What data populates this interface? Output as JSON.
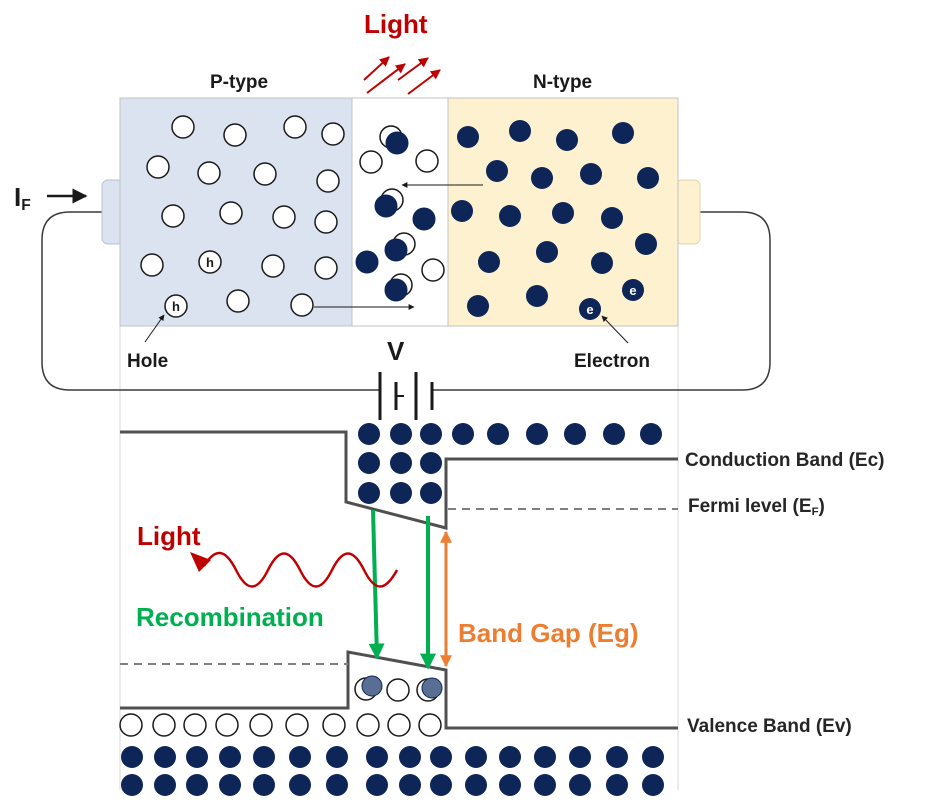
{
  "diagram": {
    "light_top": "Light",
    "p_type": "P-type",
    "n_type": "N-type",
    "current_main": "I",
    "current_sub": "F",
    "voltage": "V",
    "hole_label": "Hole",
    "electron_label": "Electron",
    "hole_symbol": "h",
    "electron_symbol": "e",
    "conduction_band": "Conduction Band (Ec)",
    "fermi_main": "Fermi level (E",
    "fermi_sub": "F",
    "fermi_close": ")",
    "light_emitted": "Light",
    "recombination": "Recombination",
    "band_gap": "Band Gap (Eg)",
    "valence_band": "Valence Band (Ev)"
  },
  "colors": {
    "p_region": "#dbe3f1",
    "n_region": "#fef1cf",
    "electron": "#0d2557",
    "band_line": "#505050",
    "light_red": "#c00000",
    "recombination_green": "#00b050",
    "band_gap_orange": "#ed7d31",
    "text": "#262626"
  }
}
